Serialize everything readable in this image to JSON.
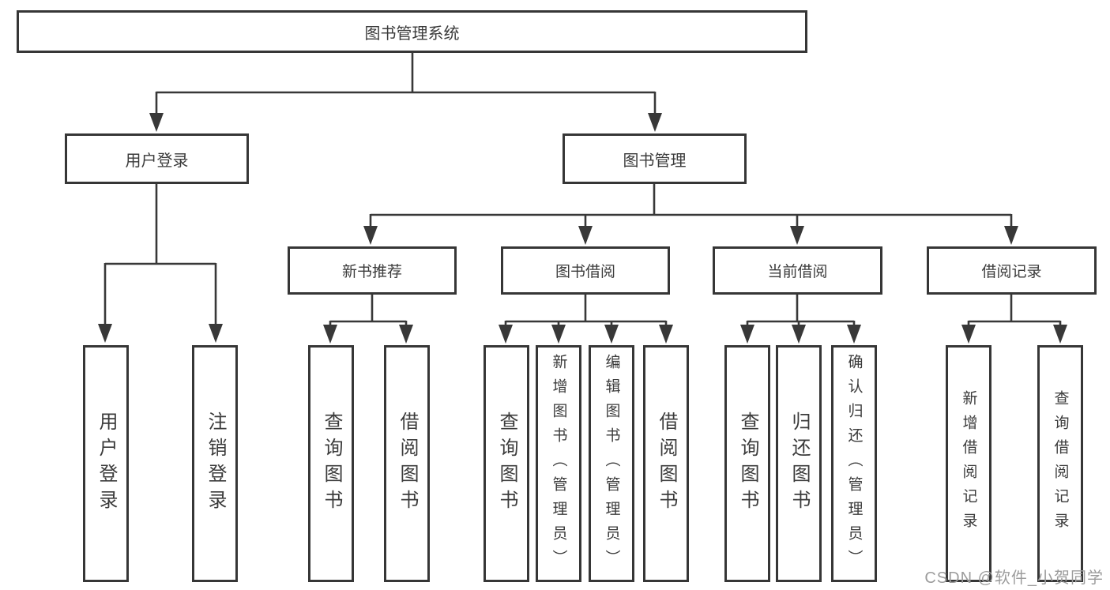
{
  "diagram": {
    "root": {
      "label": "图书管理系统"
    },
    "level2": [
      {
        "label": "用户登录"
      },
      {
        "label": "图书管理"
      }
    ],
    "level3": [
      {
        "label": "新书推荐"
      },
      {
        "label": "图书借阅"
      },
      {
        "label": "当前借阅"
      },
      {
        "label": "借阅记录"
      }
    ],
    "leaves": {
      "user_login": [
        "用户登录",
        "注销登录"
      ],
      "new_book_recommend": [
        "查询图书",
        "借阅图书"
      ],
      "book_borrow": [
        "查询图书",
        "新增图书（管理员）",
        "编辑图书（管理员）",
        "借阅图书"
      ],
      "current_borrow": [
        "查询图书",
        "归还图书",
        "确认归还（管理员）"
      ],
      "borrow_records": [
        "新增借阅记录",
        "查询借阅记录"
      ]
    }
  },
  "watermark": "CSDN @软件_小贺同学",
  "colors": {
    "line": "#383838",
    "text": "#3b3b3b",
    "watermark": "#9c9c9c",
    "background": "#ffffff"
  }
}
